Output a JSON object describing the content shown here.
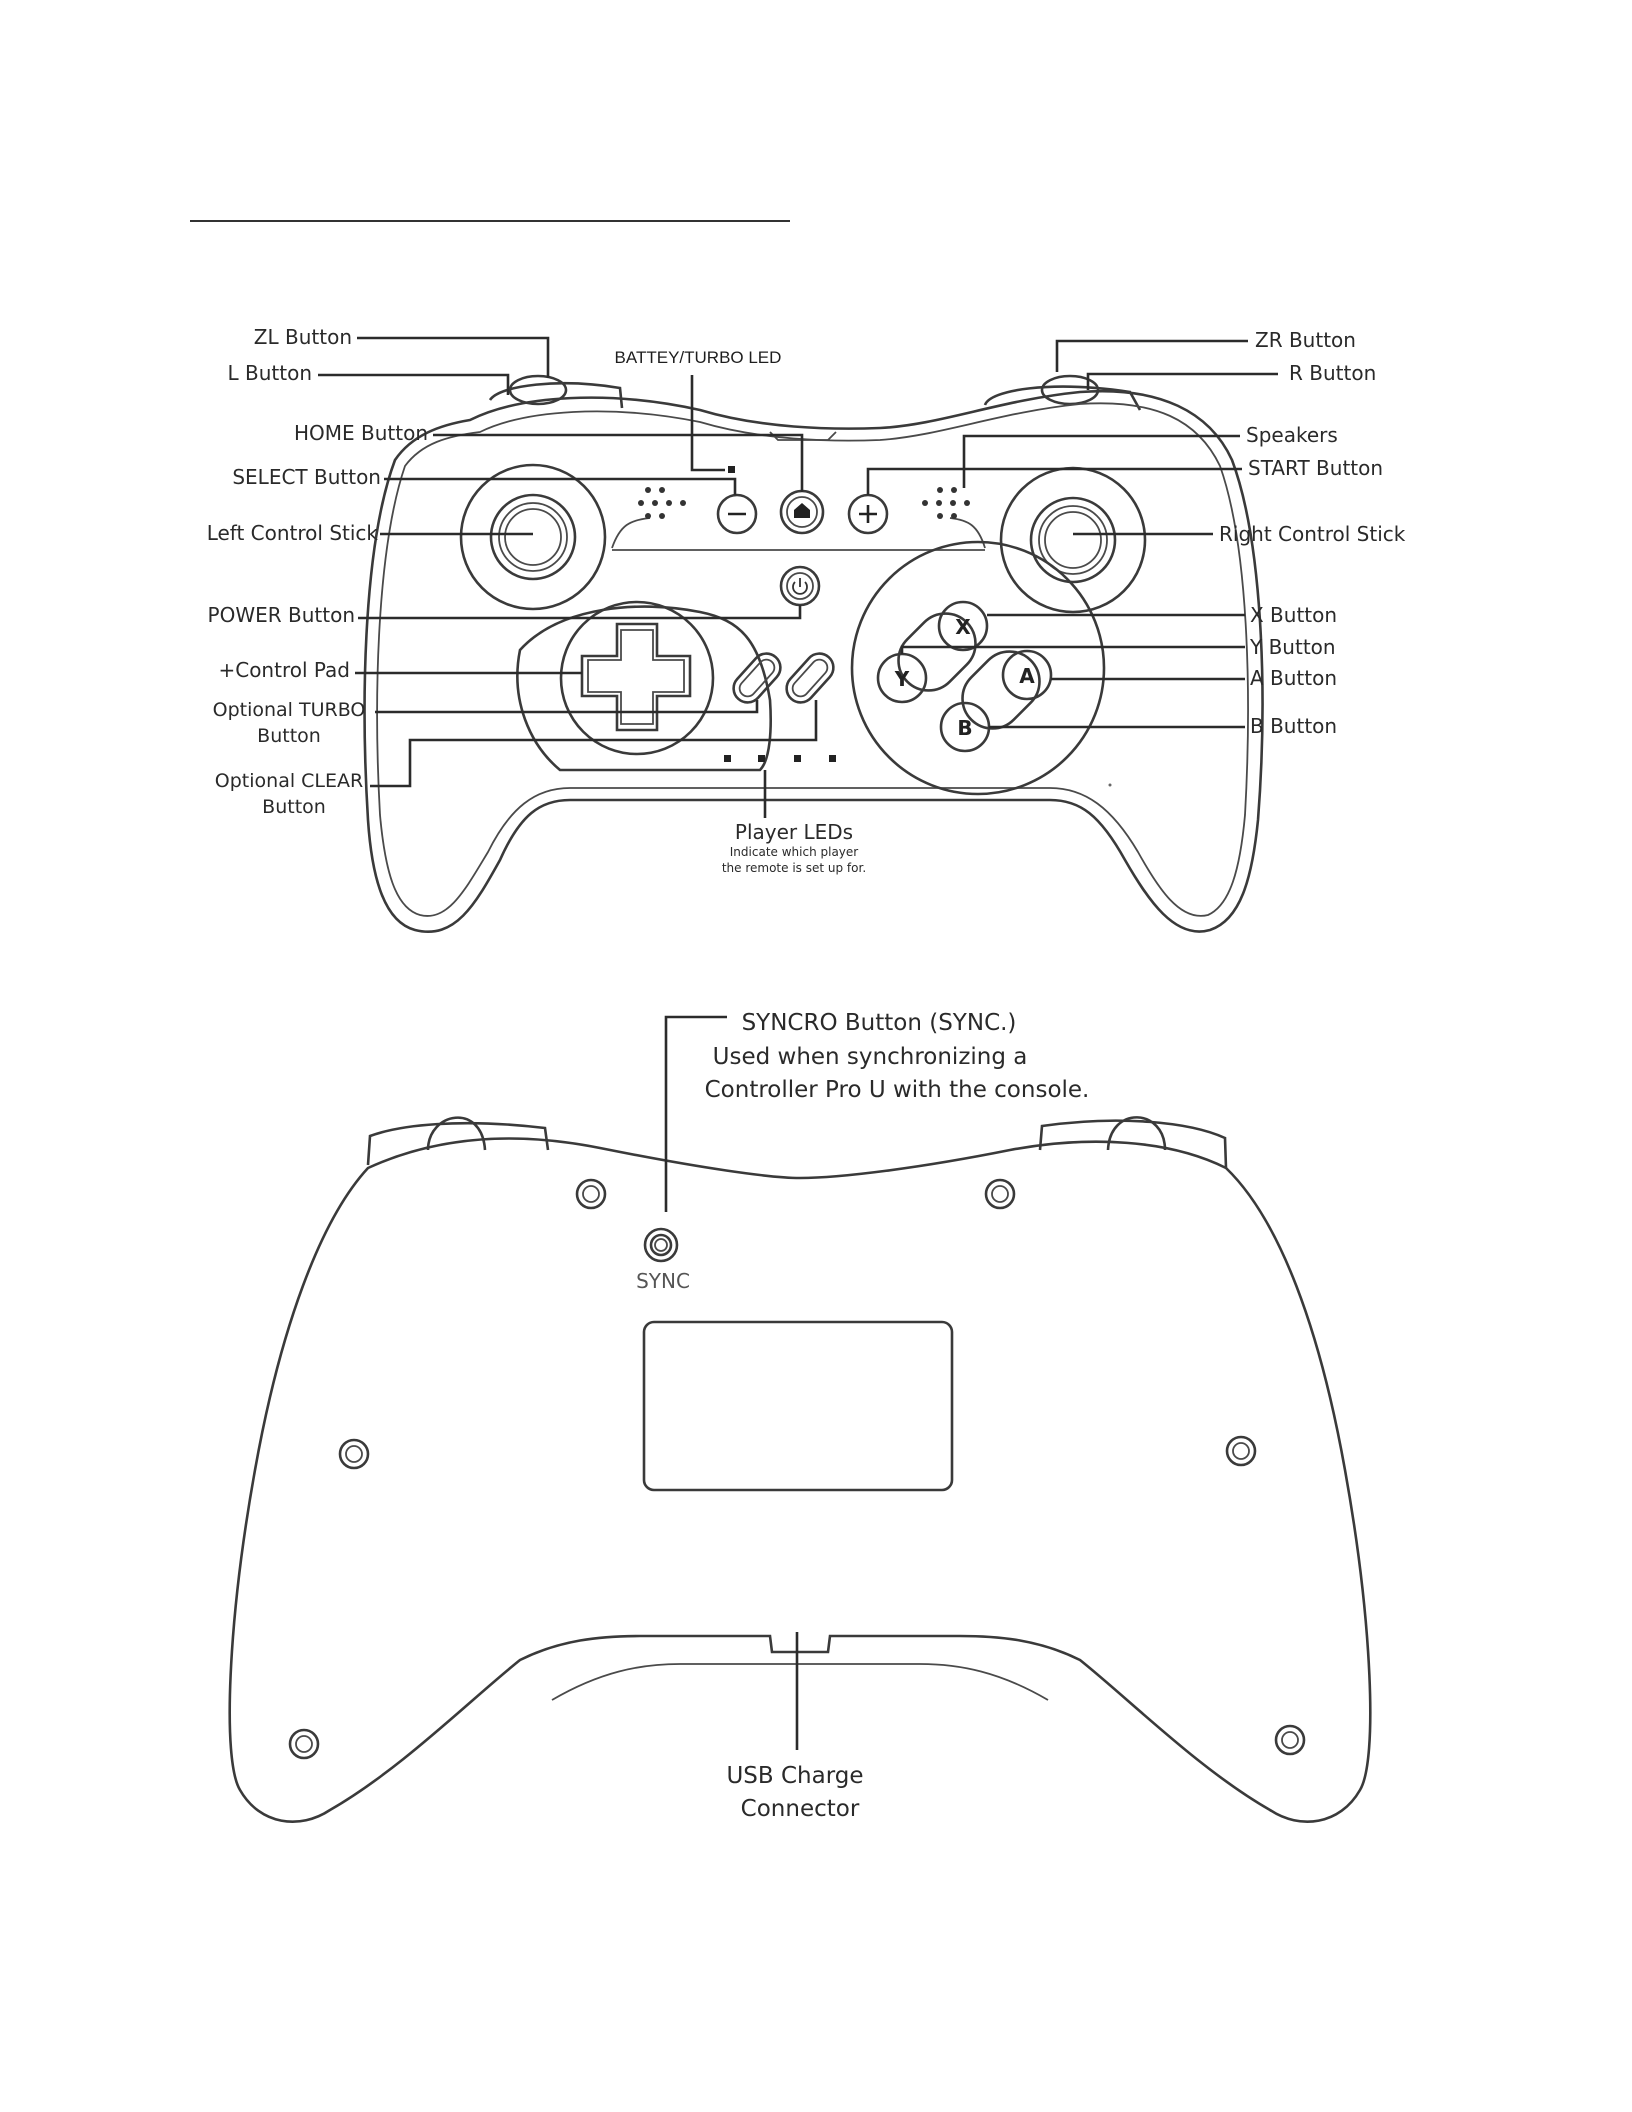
{
  "front_labels": {
    "zl": "ZL Button",
    "l": "L Button",
    "battery_led": "BATTEY/TURBO LED",
    "zr": "ZR Button",
    "r": "R Button",
    "home": "HOME Button",
    "speakers": "Speakers",
    "select": "SELECT Button",
    "start": "START Button",
    "left_stick": "Left Control Stick",
    "right_stick": "Right Control Stick",
    "power": "POWER Button",
    "x": "X Button",
    "y": "Y Button",
    "a": "A Button",
    "b": "B Button",
    "control_pad": "+Control Pad",
    "turbo_line1": "Optional TURBO",
    "turbo_line2": "Button",
    "clear_line1": "Optional CLEAR",
    "clear_line2": "Button",
    "player_leds": "Player LEDs",
    "player_leds_desc1": "Indicate which player",
    "player_leds_desc2": "the remote is set up for."
  },
  "face_buttons": {
    "x": "X",
    "y": "Y",
    "a": "A",
    "b": "B"
  },
  "back_labels": {
    "sync_line1": "SYNCRO Button (SYNC.)",
    "sync_line2": "Used when synchronizing a",
    "sync_line3": "Controller Pro U with the console.",
    "sync_marking": "SYNC",
    "usb_line1": "USB Charge",
    "usb_line2": "Connector"
  },
  "colors": {
    "ink": "#2b2b2b",
    "paper": "#ffffff"
  }
}
